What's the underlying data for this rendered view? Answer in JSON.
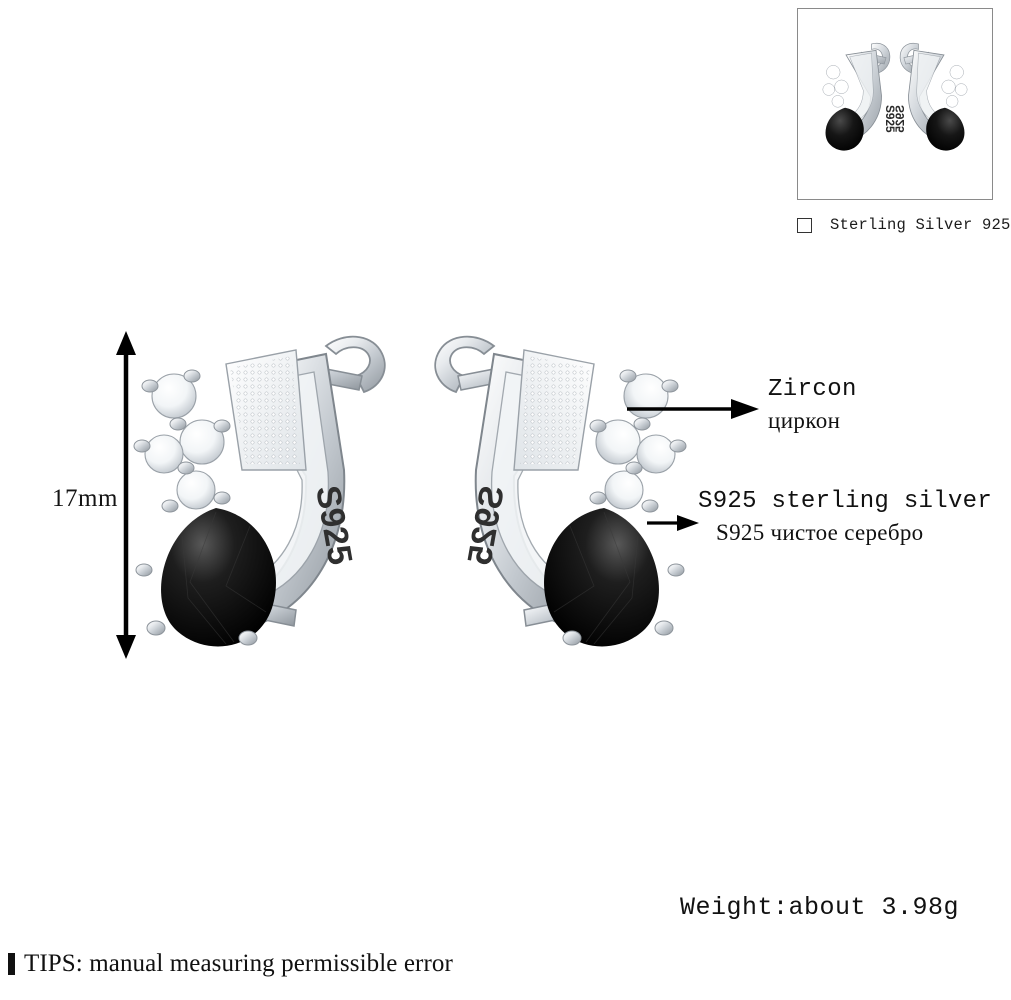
{
  "page": {
    "background_color": "#ffffff",
    "product_type": "sterling silver huggie earrings with black pear-cut stone"
  },
  "swatch": {
    "checkbox_state": "unchecked",
    "label": "Sterling Silver 925",
    "border_color": "#8a8a8a",
    "thumbnail_alt": "pair of silver earrings with black teardrop stones"
  },
  "dimension": {
    "label": "17mm",
    "arrow_style": "double-headed vertical",
    "color": "#000000"
  },
  "callouts": {
    "zircon": {
      "line1": "Zircon",
      "line2": "циркон",
      "arrow": "right"
    },
    "silver": {
      "line1": "S925 sterling silver",
      "line2": "S925 чистое серебро",
      "arrow": "right"
    }
  },
  "product": {
    "engraving_left": "S925",
    "engraving_right": "S925",
    "stone_color": "#0a0a0a",
    "metal_color": "#d9dde1",
    "zircon_count": 4
  },
  "footer": {
    "weight": "Weight:about 3.98g",
    "tips": "TIPS: manual measuring permissible error"
  }
}
